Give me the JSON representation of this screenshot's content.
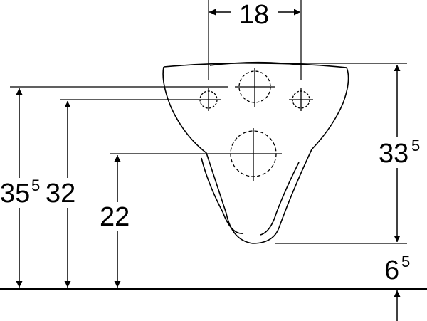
{
  "dimensions": {
    "top_width": {
      "value": "18"
    },
    "overall_height": {
      "value": "35",
      "superscript": "5"
    },
    "upper_fixing_height": {
      "value": "32"
    },
    "drain_height": {
      "value": "22"
    },
    "right_height": {
      "value": "33",
      "superscript": "5"
    },
    "bottom_clearance": {
      "value": "6",
      "superscript": "5"
    }
  }
}
